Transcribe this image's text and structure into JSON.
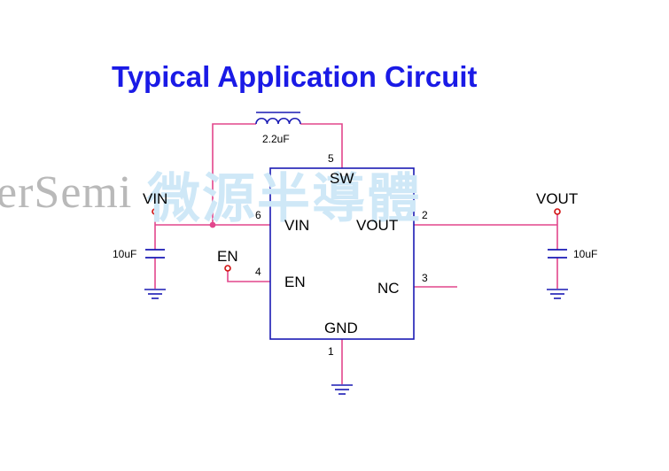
{
  "title": "Typical Application Circuit",
  "watermark": {
    "latin": "erSemi",
    "cjk": "微源半導體"
  },
  "ic": {
    "pins": {
      "sw": {
        "name": "SW",
        "number": "5"
      },
      "vin": {
        "name": "VIN",
        "number": "6"
      },
      "vout": {
        "name": "VOUT",
        "number": "2"
      },
      "en": {
        "name": "EN",
        "number": "4"
      },
      "nc": {
        "name": "NC",
        "number": "3"
      },
      "gnd": {
        "name": "GND",
        "number": "1"
      }
    }
  },
  "components": {
    "inductor": "2.2uF",
    "input_cap": "10uF",
    "output_cap": "10uF"
  },
  "nets": {
    "vin": "VIN",
    "vout": "VOUT",
    "en": "EN"
  },
  "colors": {
    "wire": "#e2468c",
    "component": "#1a1ab4",
    "title": "#1a1ae6",
    "terminal": "#d01010"
  }
}
